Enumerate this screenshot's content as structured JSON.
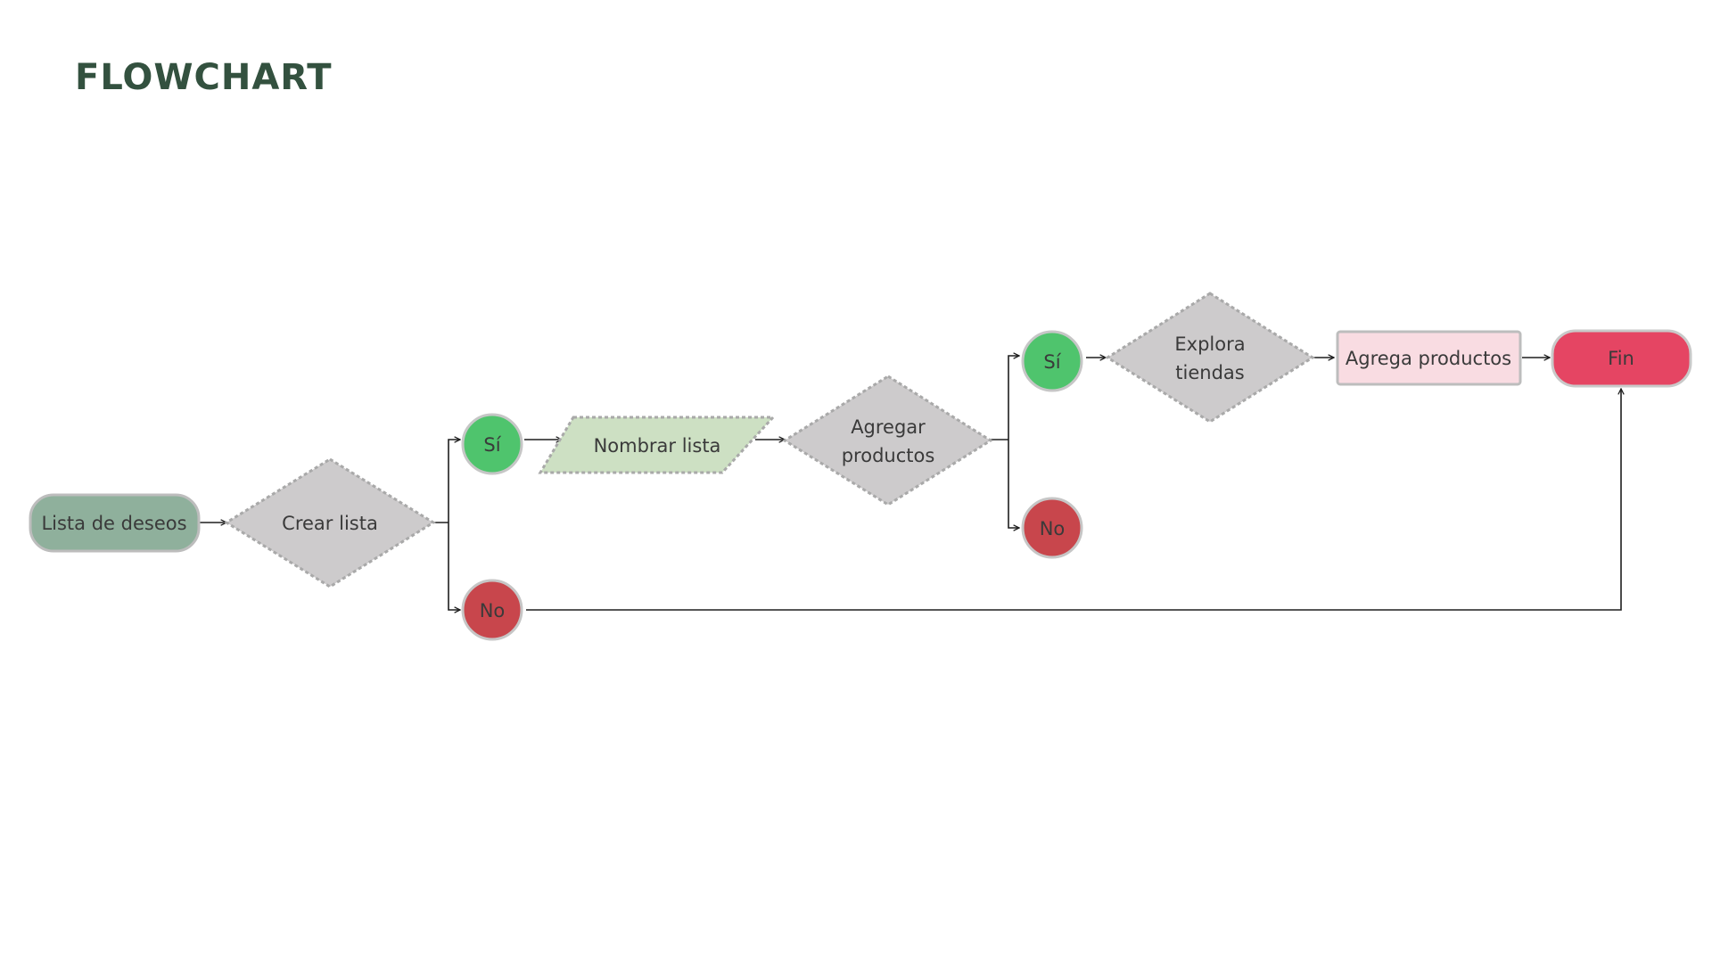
{
  "page": {
    "title": "FLOWCHART"
  },
  "nodes": {
    "start": {
      "label": "Lista de deseos",
      "color": "#8fb09c"
    },
    "crear_lista": {
      "label": "Crear lista",
      "color": "#cdcbcc"
    },
    "si_1": {
      "label": "Sí",
      "color": "#4fc46d"
    },
    "no_1": {
      "label": "No",
      "color": "#c8464c"
    },
    "nombrar_lista": {
      "label": "Nombrar lista",
      "color": "#cde0c3"
    },
    "agregar_productos": {
      "label_line1": "Agregar",
      "label_line2": "productos",
      "color": "#cdcbcc"
    },
    "si_2": {
      "label": "Sí",
      "color": "#4fc46d"
    },
    "no_2": {
      "label": "No",
      "color": "#c8464c"
    },
    "explora_tiendas": {
      "label_line1": "Explora",
      "label_line2": "tiendas",
      "color": "#cdcbcc"
    },
    "agrega_productos": {
      "label": "Agrega productos",
      "color": "#f9dce2"
    },
    "fin": {
      "label": "Fin",
      "color": "#e54563"
    }
  }
}
